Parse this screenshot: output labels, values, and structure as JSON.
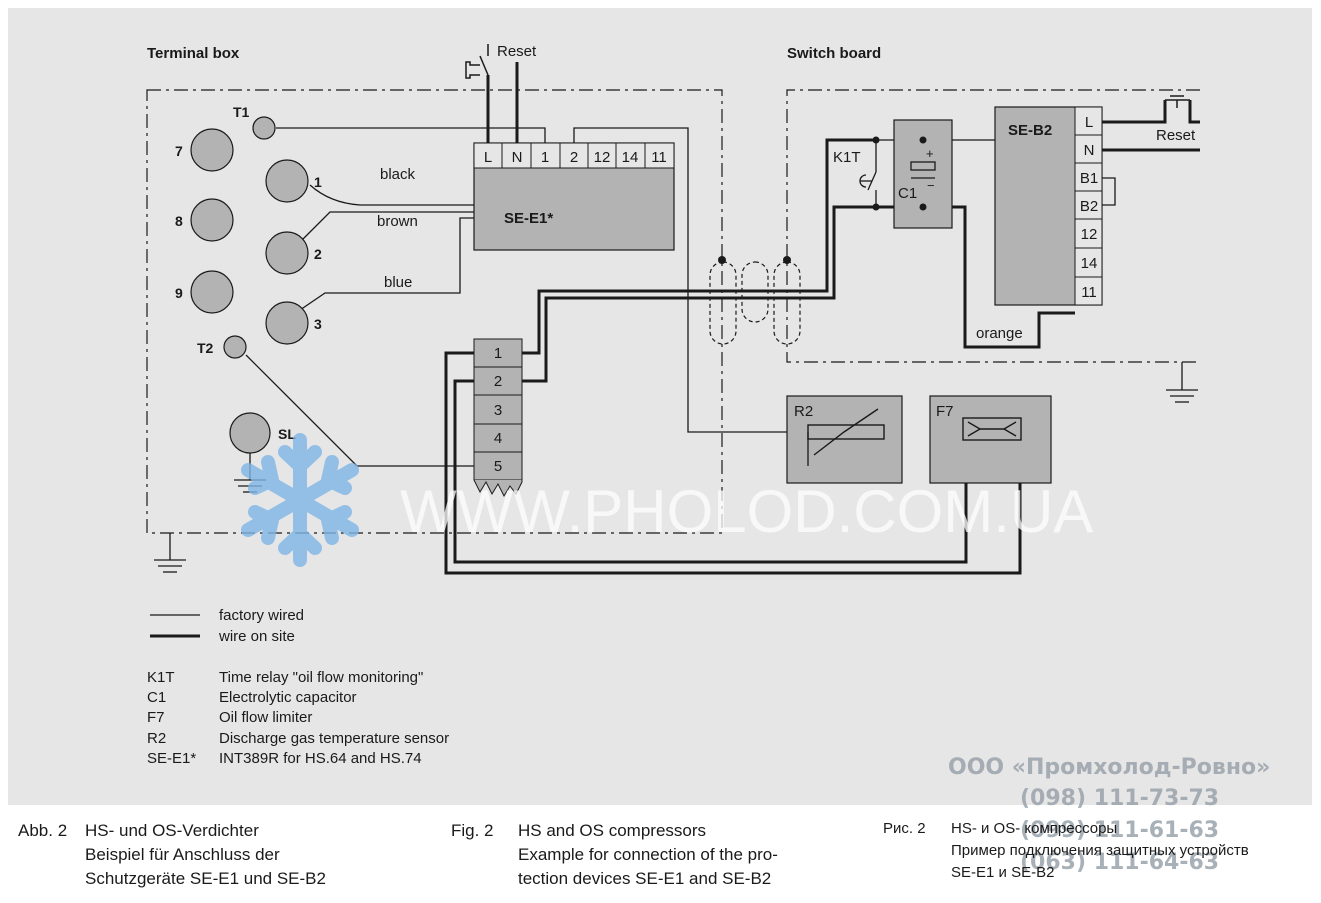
{
  "headings": {
    "terminal_box": "Terminal box",
    "switch_board": "Switch board"
  },
  "switches": {
    "reset_top": "Reset",
    "reset_right": "Reset"
  },
  "terminals": {
    "T1": "T1",
    "T2": "T2",
    "SL": "SL",
    "n7": "7",
    "n8": "8",
    "n9": "9",
    "n1": "1",
    "n2": "2",
    "n3": "3"
  },
  "wire_colors": {
    "black": "black",
    "brown": "brown",
    "blue": "blue",
    "orange": "orange"
  },
  "se_e1": {
    "label": "SE-E1*",
    "pins": [
      "L",
      "N",
      "1",
      "2",
      "12",
      "14",
      "11"
    ]
  },
  "se_b2": {
    "label": "SE-B2",
    "pins": [
      "L",
      "N",
      "B1",
      "B2",
      "12",
      "14",
      "11"
    ]
  },
  "k1t": {
    "label": "K1T"
  },
  "c1": {
    "label": "C1",
    "plus": "+",
    "minus": "−"
  },
  "r2": {
    "label": "R2"
  },
  "f7": {
    "label": "F7"
  },
  "terminal_strip": [
    "1",
    "2",
    "3",
    "4",
    "5"
  ],
  "wiring_legend": {
    "factory": "factory wired",
    "site": "wire on site"
  },
  "abbreviations": [
    {
      "key": "K1T",
      "desc": "Time relay \"oil flow monitoring\""
    },
    {
      "key": "C1",
      "desc": "Electrolytic capacitor"
    },
    {
      "key": "F7",
      "desc": "Oil flow limiter"
    },
    {
      "key": "R2",
      "desc": "Discharge gas temperature sensor"
    },
    {
      "key": "SE-E1*",
      "desc": "INT389R for HS.64 and HS.74"
    }
  ],
  "captions": {
    "de": {
      "num": "Abb. 2",
      "lines": [
        "HS- und OS-Verdichter",
        "Beispiel für Anschluss der",
        "Schutzgeräte SE-E1 und SE-B2"
      ]
    },
    "en": {
      "num": "Fig. 2",
      "lines": [
        "HS and OS compressors",
        "Example for connection of the pro-",
        "tection devices SE-E1 and SE-B2"
      ]
    },
    "ru": {
      "num": "Рис. 2",
      "lines": [
        "HS- и OS- компрессоры",
        "Пример подключения защитных устройств",
        "SE-E1 и SE-B2"
      ]
    }
  },
  "watermark": {
    "site": "WWW.PHOLOD.COM.UA",
    "company": "ООО «Промхолод-Ровно»",
    "phones": [
      "(098) 111-73-73",
      "(099) 111-61-63",
      "(063) 111-64-63"
    ]
  },
  "colors": {
    "panel_bg": "#e6e6e6",
    "component_fill": "#b3b3b3",
    "line": "#1a1a1a",
    "snowflake": "#7fb6e6",
    "watermark": "#9aa3ac"
  }
}
